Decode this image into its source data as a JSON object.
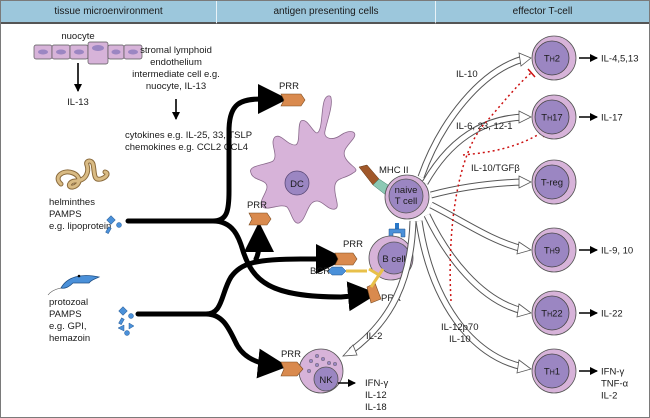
{
  "headers": {
    "tissue": "tissue microenvironment",
    "apc": "antigen presenting cells",
    "effector": "effector T-cell"
  },
  "tissue": {
    "nuocyte_label": "nuocyte",
    "nuocyte_output": "IL-13",
    "stromal_lines": [
      "stromal lymphoid",
      "endothelium",
      "intermediate cell e.g.",
      "nuocyte, IL-13"
    ],
    "cytokines_line": "cytokines e.g. IL-25, 33, TSLP",
    "chemokines_line": "chemokines e.g. CCL2  CCL4",
    "helminth_lines": [
      "helminthes",
      "PAMPS",
      "e.g. lipoprotein"
    ],
    "protozoa_lines": [
      "protozoal",
      "PAMPS",
      "e.g. GPI,",
      "hemazoin"
    ]
  },
  "apc": {
    "dc_label": "DC",
    "prr_label": "PRR",
    "mhc_label": "MHC II",
    "naive_lines": [
      "naive",
      "T cell"
    ],
    "bcell_label": "B cell",
    "bcr_label": "BCR",
    "nk_label": "NK",
    "nk_outputs": [
      "IFN-γ",
      "IL-12",
      "IL-18"
    ],
    "il2_label": "IL-2"
  },
  "pathways": [
    {
      "signal": "IL-10"
    },
    {
      "signal": "IL-6, 23, 12-1"
    },
    {
      "signal": "IL-10/TGFβ"
    },
    {
      "signal": ""
    },
    {
      "signal": ""
    },
    {
      "signal_lines": [
        "IL-12p70",
        "IL-10"
      ]
    }
  ],
  "effectors": [
    {
      "label": "TH2",
      "main": "T",
      "sub": "H",
      "num": "2",
      "outputs": [
        "IL-4,5,13"
      ]
    },
    {
      "label": "TH17",
      "main": "T",
      "sub": "H",
      "num": "17",
      "outputs": [
        "IL-17"
      ]
    },
    {
      "label": "T-reg",
      "main": "T-reg",
      "sub": "",
      "num": "",
      "outputs": []
    },
    {
      "label": "TH9",
      "main": "T",
      "sub": "H",
      "num": "9",
      "outputs": [
        "IL-9, 10"
      ]
    },
    {
      "label": "TH22",
      "main": "T",
      "sub": "H",
      "num": "22",
      "outputs": [
        "IL-22"
      ]
    },
    {
      "label": "TH1",
      "main": "T",
      "sub": "H",
      "num": "1",
      "outputs": [
        "IFN-γ",
        "TNF-α",
        "IL-2"
      ]
    }
  ],
  "colors": {
    "header_bg": "#9cc7dc",
    "cell_outer": "#d7b3d9",
    "cell_inner": "#9b86c2",
    "prr": "#d98a4e",
    "pamp": "#4a90d9",
    "inhibition": "#cc1111",
    "mhc_teal": "#8cc9b4",
    "worm": "#d9bb84"
  }
}
